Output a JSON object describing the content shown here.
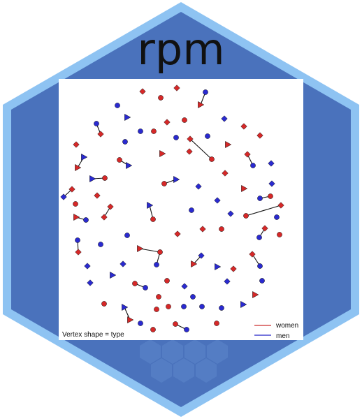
{
  "logo": {
    "title": "rpm",
    "colors": {
      "border": "#8ec3f2",
      "fill": "#4a72bc",
      "panel": "#ffffff"
    }
  },
  "network": {
    "caption": "Vertex shape = type",
    "legend": [
      {
        "label": "women",
        "color": "#cc2e2e"
      },
      {
        "label": "men",
        "color": "#2323c8"
      }
    ],
    "node_colors": {
      "women": "#d62828",
      "men": "#2a2ad0"
    },
    "shapes": [
      "circle",
      "diamond",
      "triangle"
    ]
  }
}
